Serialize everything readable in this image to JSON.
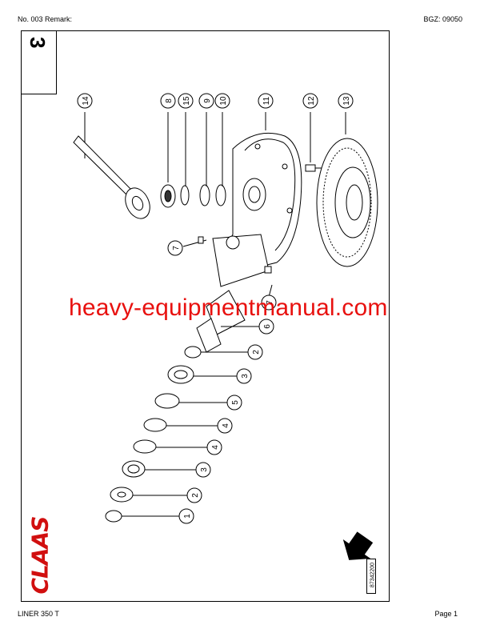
{
  "header": {
    "number": "No. 003",
    "remark_label": "Remark:",
    "bgz": "BGZ: 09050"
  },
  "footer": {
    "model": "LINER 350 T",
    "page": "Page 1"
  },
  "figure": {
    "number": "3",
    "drawing_id": "87342200"
  },
  "watermark": "heavy-equipmentmanual.com",
  "logo": "CLAAS",
  "callouts_top": [
    "14",
    "8",
    "15",
    "9",
    "10",
    "11",
    "12",
    "13"
  ],
  "callouts_right": [
    "6",
    "2",
    "3",
    "5",
    "4",
    "4",
    "3",
    "2",
    "1"
  ],
  "callouts_side": [
    "7",
    "7"
  ],
  "colors": {
    "watermark": "#e8110f",
    "logo": "#d10f0f"
  }
}
